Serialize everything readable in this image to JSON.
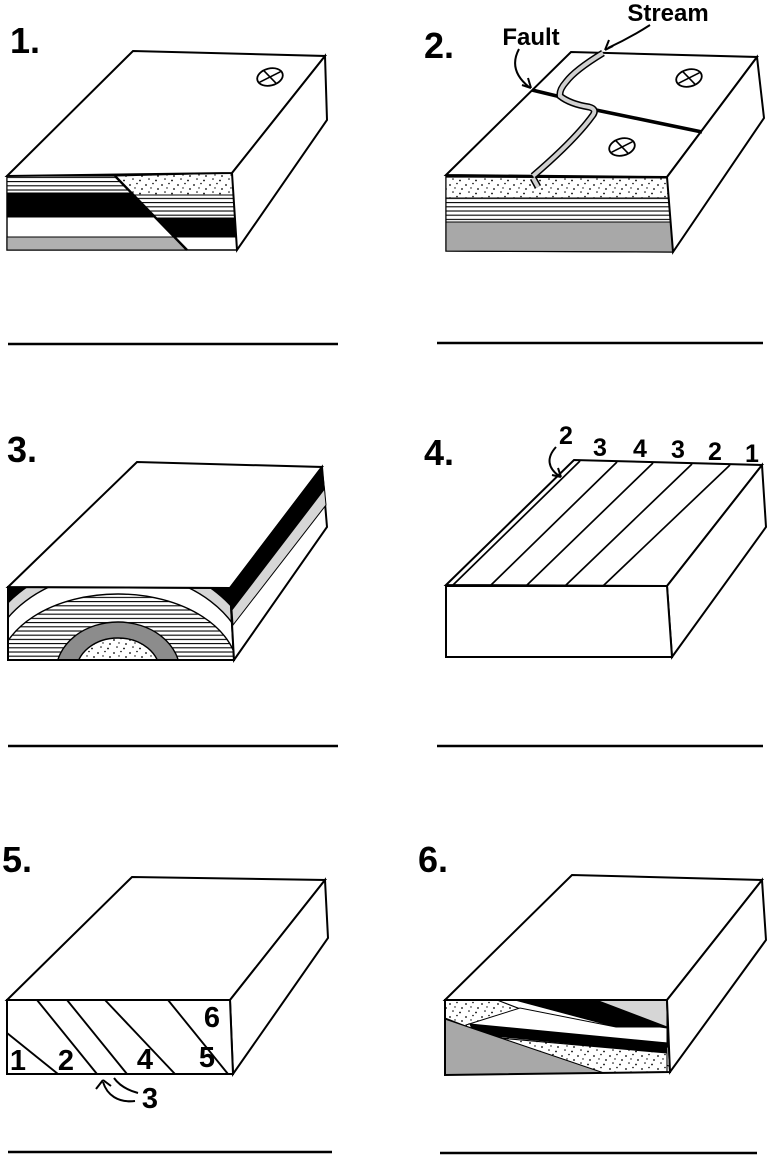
{
  "page": {
    "title": "Geologic block diagram worksheet",
    "background": "#ffffff"
  },
  "colors": {
    "ink": "#000000",
    "gray_layer": "#b0b0b0",
    "mid_gray_layer": "#a8a8a8",
    "dark_gray_layer": "#8c8c8c",
    "light_gray_layer": "#d6d6d6",
    "stream_gray": "#d0d0d0"
  },
  "icons": {
    "bedding_symbol": "crossed-circle-bedding-icon"
  },
  "problems": [
    {
      "number": "1.",
      "answer_blank": ""
    },
    {
      "number": "2.",
      "annotations": {
        "fault": "Fault",
        "stream": "Stream"
      },
      "answer_blank": ""
    },
    {
      "number": "3.",
      "answer_blank": ""
    },
    {
      "number": "4.",
      "bed_labels": {
        "pointed": "2",
        "along_top_edge": [
          "3",
          "4",
          "3",
          "2",
          "1"
        ]
      },
      "answer_blank": ""
    },
    {
      "number": "5.",
      "bed_labels": {
        "on_front_face": [
          "1",
          "2",
          "4",
          "5",
          "6"
        ],
        "pointed": "3"
      },
      "answer_blank": ""
    },
    {
      "number": "6.",
      "answer_blank": ""
    }
  ]
}
